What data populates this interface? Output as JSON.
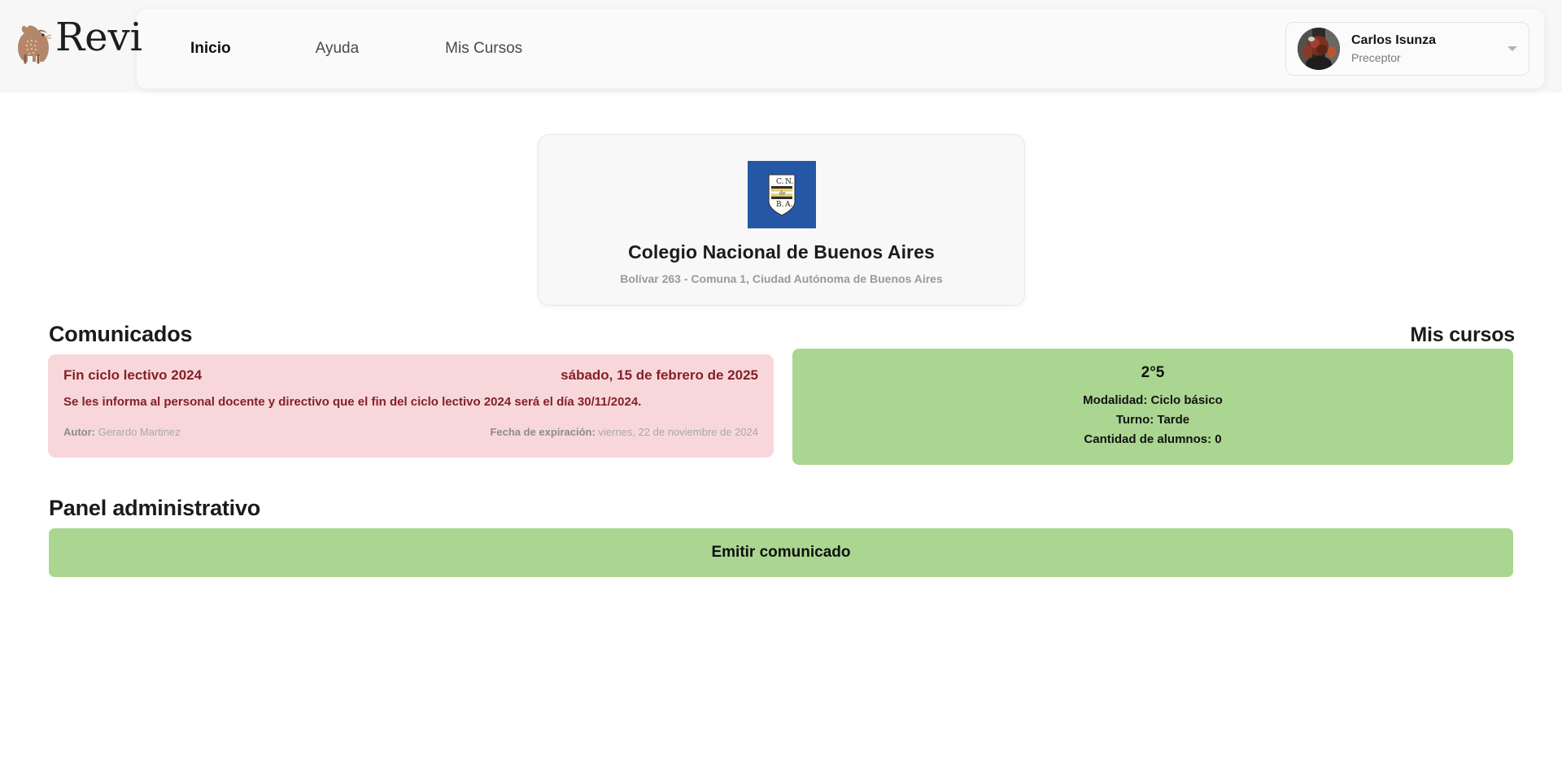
{
  "brand": {
    "name": "Revi",
    "logo_icon": "capybara-icon"
  },
  "nav": {
    "items": [
      {
        "label": "Inicio",
        "active": true
      },
      {
        "label": "Ayuda",
        "active": false
      },
      {
        "label": "Mis Cursos",
        "active": false
      }
    ]
  },
  "profile": {
    "name": "Carlos Isunza",
    "role": "Preceptor",
    "avatar_icon": "user-avatar",
    "caret_icon": "chevron-down-icon"
  },
  "school": {
    "logo_icon": "school-crest-icon",
    "crest_text": {
      "line1_left": "C.",
      "line1_right": "N.",
      "line2": "de",
      "line3_left": "B.",
      "line3_right": "A."
    },
    "name": "Colegio Nacional de Buenos Aires",
    "address": "Bolívar 263 - Comuna 1, Ciudad Autónoma de Buenos Aires",
    "logo_bg": "#2458a6"
  },
  "sections": {
    "comunicados_heading": "Comunicados",
    "mis_cursos_heading": "Mis cursos",
    "panel_heading": "Panel administrativo"
  },
  "announcements": [
    {
      "title": "Fin ciclo lectivo 2024",
      "date": "sábado, 15 de febrero de 2025",
      "body": "Se les informa al personal docente y directivo que el fin del ciclo lectivo 2024 será el día 30/11/2024.",
      "author_label": "Autor:",
      "author_value": "Gerardo Martinez",
      "expiry_label": "Fecha de expiración:",
      "expiry_value": "viernes, 22 de noviembre de 2024",
      "bg_color": "#f8d7da",
      "text_color": "#842029"
    }
  ],
  "courses": [
    {
      "name": "2°5",
      "modalidad": "Modalidad: Ciclo básico",
      "turno": "Turno: Tarde",
      "alumnos": "Cantidad de alumnos: 0",
      "bg_color": "#aad691"
    }
  ],
  "admin_panel": {
    "emit_button_label": "Emitir comunicado",
    "button_color": "#aad691"
  }
}
